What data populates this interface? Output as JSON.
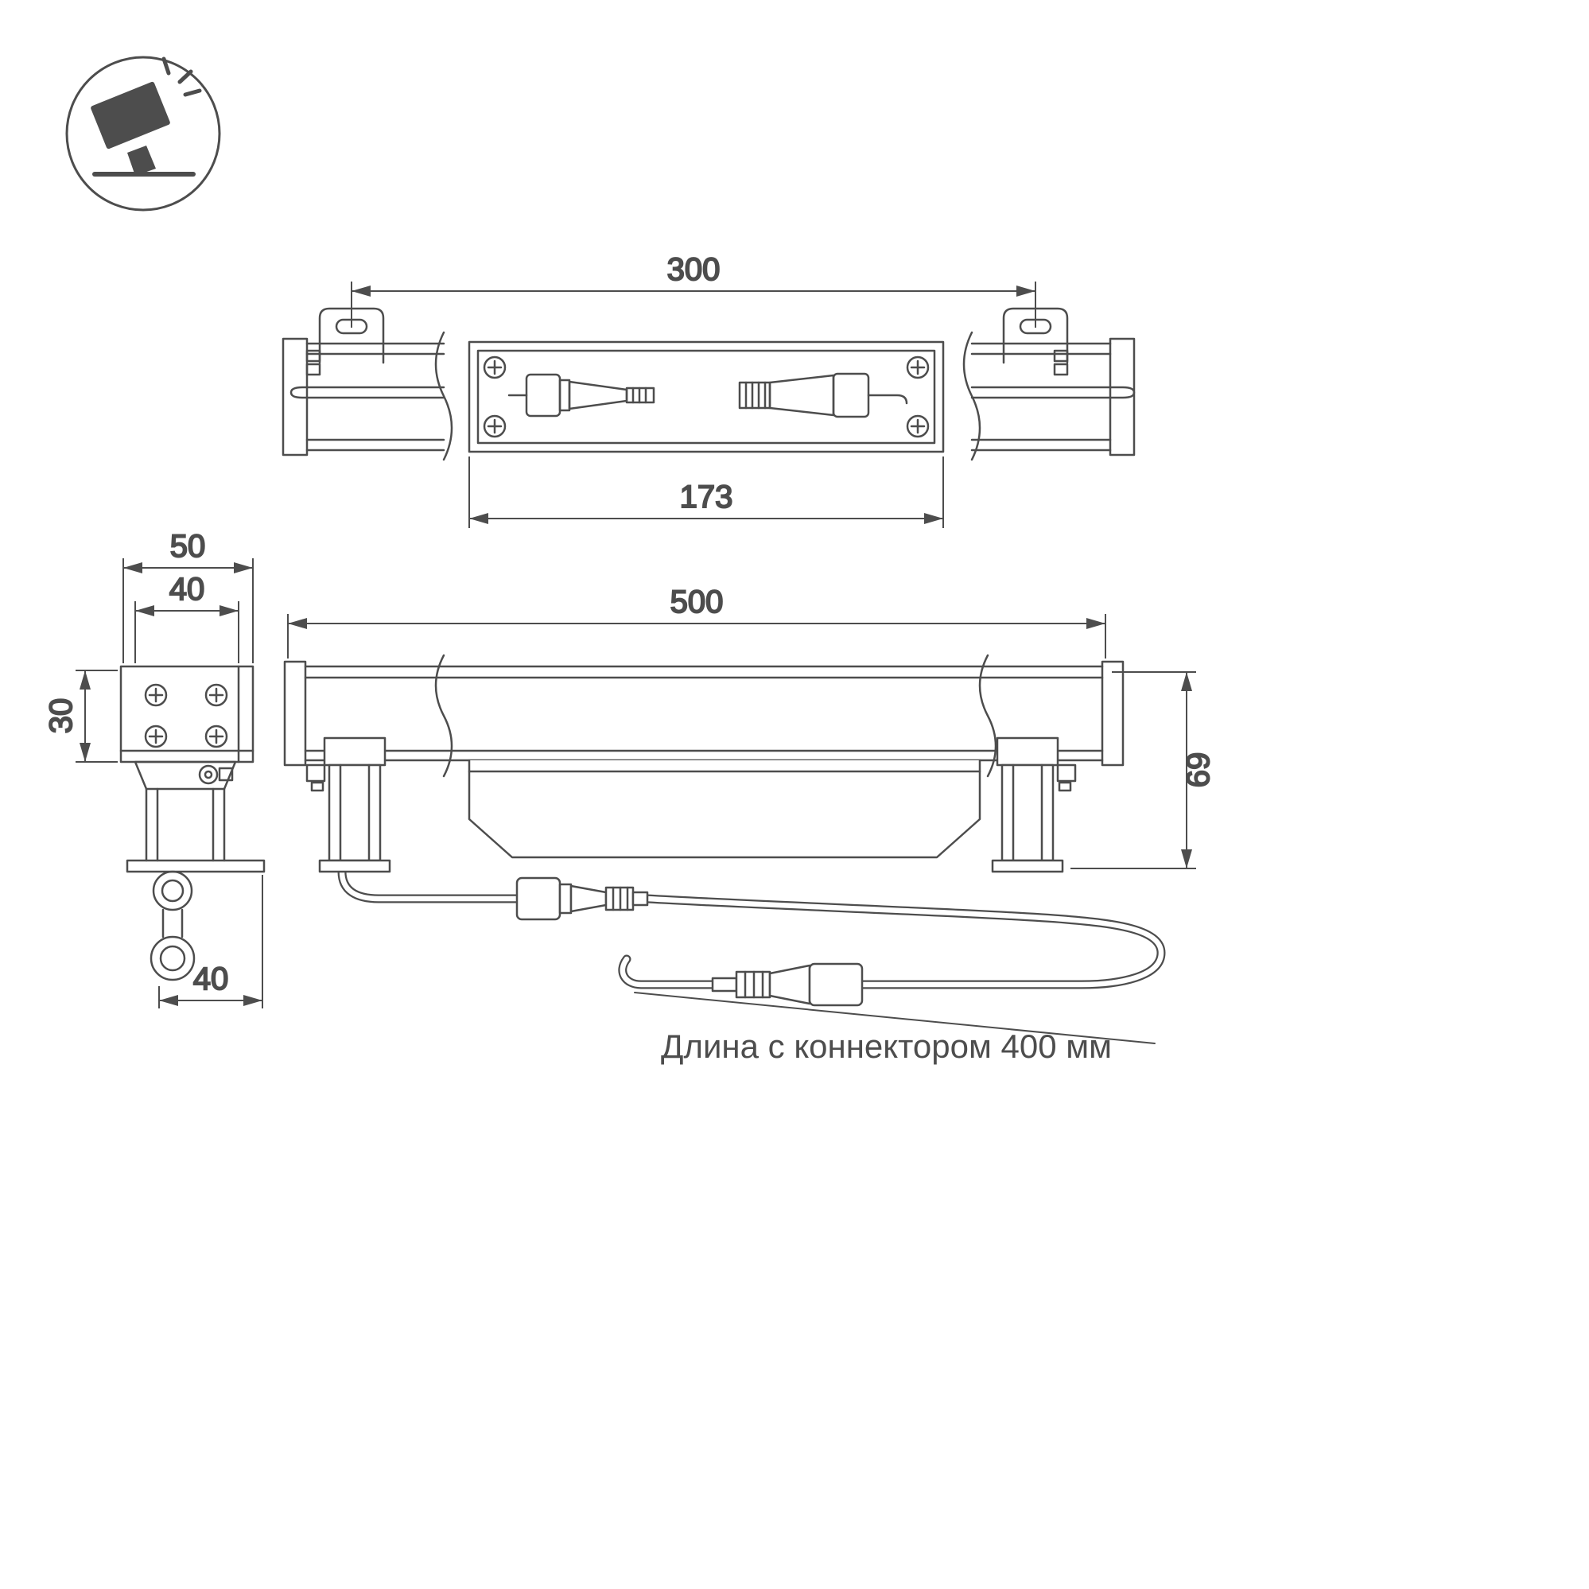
{
  "meta": {
    "background": "#ffffff",
    "line_color": "#4d4d4d",
    "dark_fill": "#4d4d4d"
  },
  "icon": {
    "name": "tilted-floodlight-icon"
  },
  "views": {
    "top_view": {
      "dim_overall": "300",
      "dim_inner": "173"
    },
    "side_view": {
      "dim_width_outer": "50",
      "dim_width_inner": "40",
      "dim_height": "30",
      "dim_foot": "40"
    },
    "front_view": {
      "dim_length": "500",
      "dim_height": "69"
    }
  },
  "annotation": {
    "cable_note": "Длина с коннектором 400 мм"
  }
}
